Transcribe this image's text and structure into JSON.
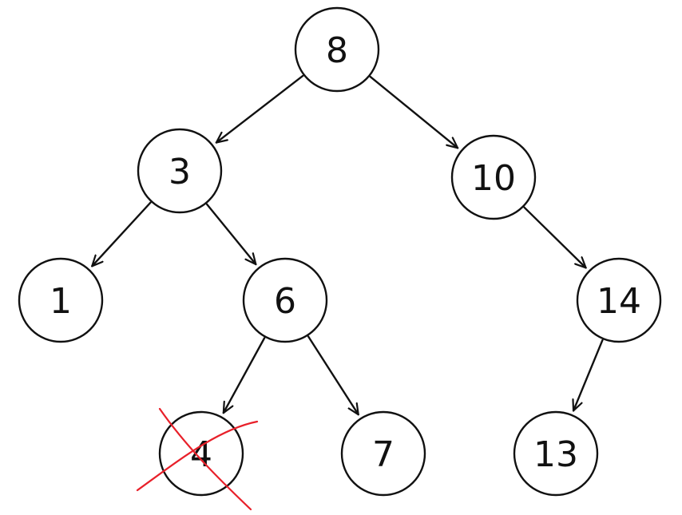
{
  "diagram": {
    "type": "binary-search-tree",
    "nodes": [
      {
        "id": "n8",
        "label": "8"
      },
      {
        "id": "n3",
        "label": "3"
      },
      {
        "id": "n10",
        "label": "10"
      },
      {
        "id": "n1",
        "label": "1"
      },
      {
        "id": "n6",
        "label": "6"
      },
      {
        "id": "n14",
        "label": "14"
      },
      {
        "id": "n4",
        "label": "4",
        "crossed_out": true
      },
      {
        "id": "n7",
        "label": "7"
      },
      {
        "id": "n13",
        "label": "13"
      }
    ],
    "edges": [
      {
        "from": "n8",
        "to": "n3"
      },
      {
        "from": "n8",
        "to": "n10"
      },
      {
        "from": "n3",
        "to": "n1"
      },
      {
        "from": "n3",
        "to": "n6"
      },
      {
        "from": "n10",
        "to": "n14"
      },
      {
        "from": "n6",
        "to": "n4"
      },
      {
        "from": "n6",
        "to": "n7"
      },
      {
        "from": "n14",
        "to": "n13"
      }
    ],
    "colors": {
      "node_stroke": "#111111",
      "edge_stroke": "#111111",
      "cross_mark": "#e8202a"
    }
  }
}
